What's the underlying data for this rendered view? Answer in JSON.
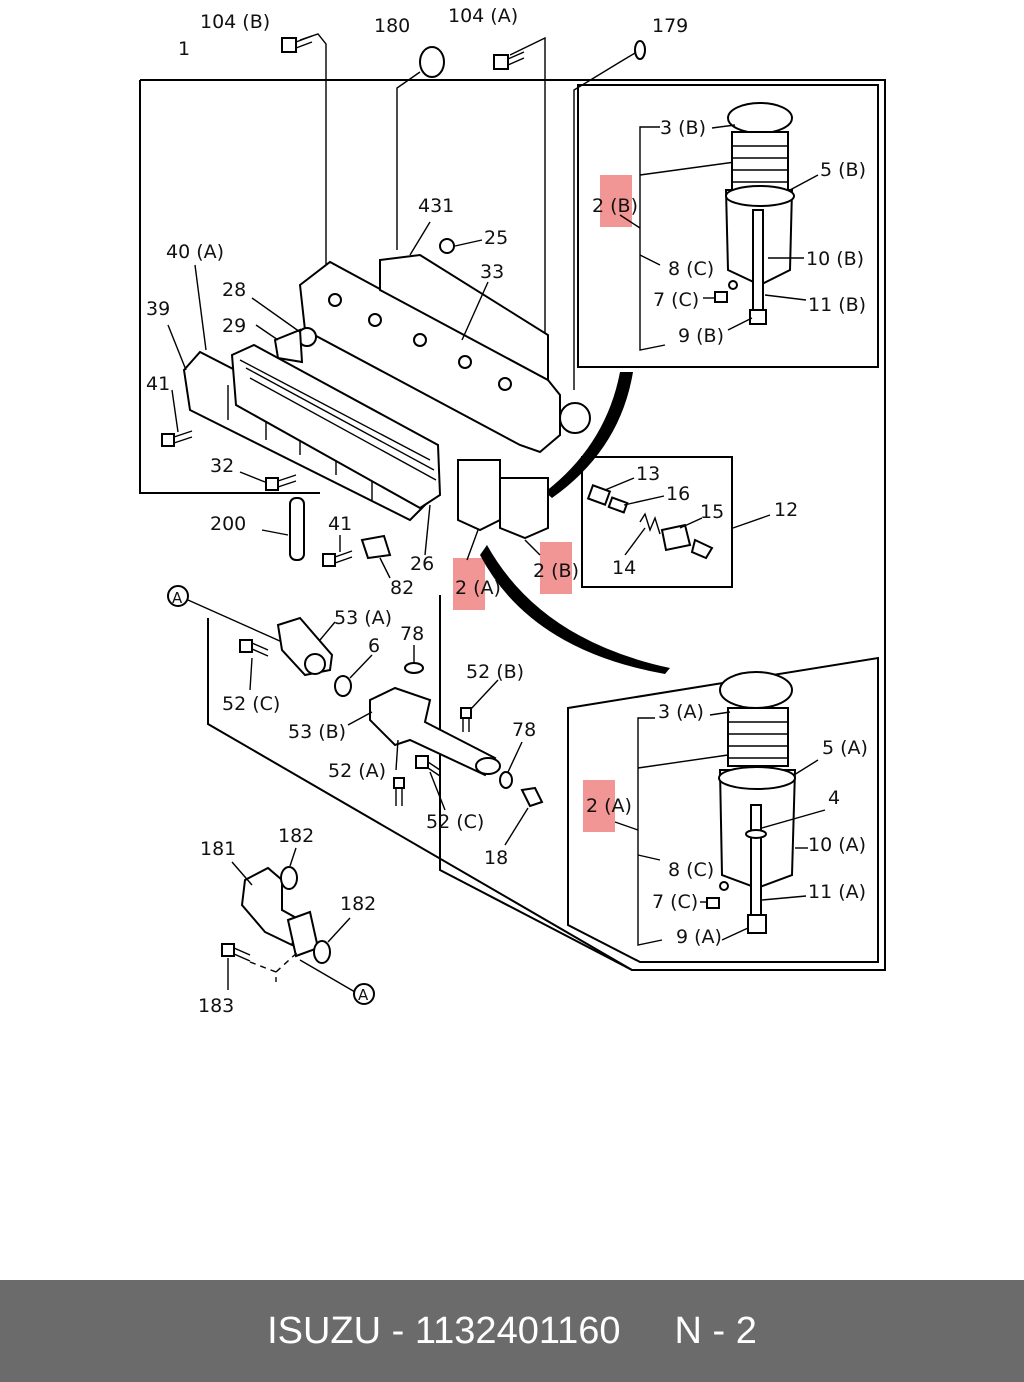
{
  "labels": {
    "l1": "1",
    "l104b": "104 (B)",
    "l180": "180",
    "l104a": "104 (A)",
    "l179": "179",
    "l431": "431",
    "l25": "25",
    "l33": "33",
    "l40a": "40 (A)",
    "l28": "28",
    "l29": "29",
    "l39": "39",
    "l41a": "41",
    "l32": "32",
    "l200": "200",
    "l41b": "41",
    "l82": "82",
    "l26": "26",
    "l2a_mid": "2 (A)",
    "l2b_mid": "2 (B)",
    "l13": "13",
    "l16": "16",
    "l15": "15",
    "l12": "12",
    "l14": "14",
    "circleA1": "A",
    "l53a": "53 (A)",
    "l78a": "78",
    "l6": "6",
    "l52c_a": "52 (C)",
    "l52b": "52 (B)",
    "l53b": "53 (B)",
    "l78b": "78",
    "l52a": "52 (A)",
    "l52c_b": "52 (C)",
    "l18": "18",
    "l181": "181",
    "l182a": "182",
    "l182b": "182",
    "l183": "183",
    "circleA2": "A",
    "b_3b": "3 (B)",
    "b_5b": "5 (B)",
    "b_2b": "2 (B)",
    "b_10b": "10 (B)",
    "b_8c": "8 (C)",
    "b_7c": "7 (C)",
    "b_11b": "11 (B)",
    "b_9b": "9 (B)",
    "a_3a": "3 (A)",
    "a_5a": "5 (A)",
    "a_4": "4",
    "a_2a": "2 (A)",
    "a_10a": "10 (A)",
    "a_8c": "8 (C)",
    "a_7c": "7 (C)",
    "a_11a": "11 (A)",
    "a_9a": "9 (A)"
  },
  "footer": {
    "part": "ISUZU - 1132401160",
    "page": "N - 2"
  },
  "colors": {
    "highlight": "#f08a8a",
    "footer_bg": "#6b6b6b",
    "footer_text": "#ffffff"
  }
}
